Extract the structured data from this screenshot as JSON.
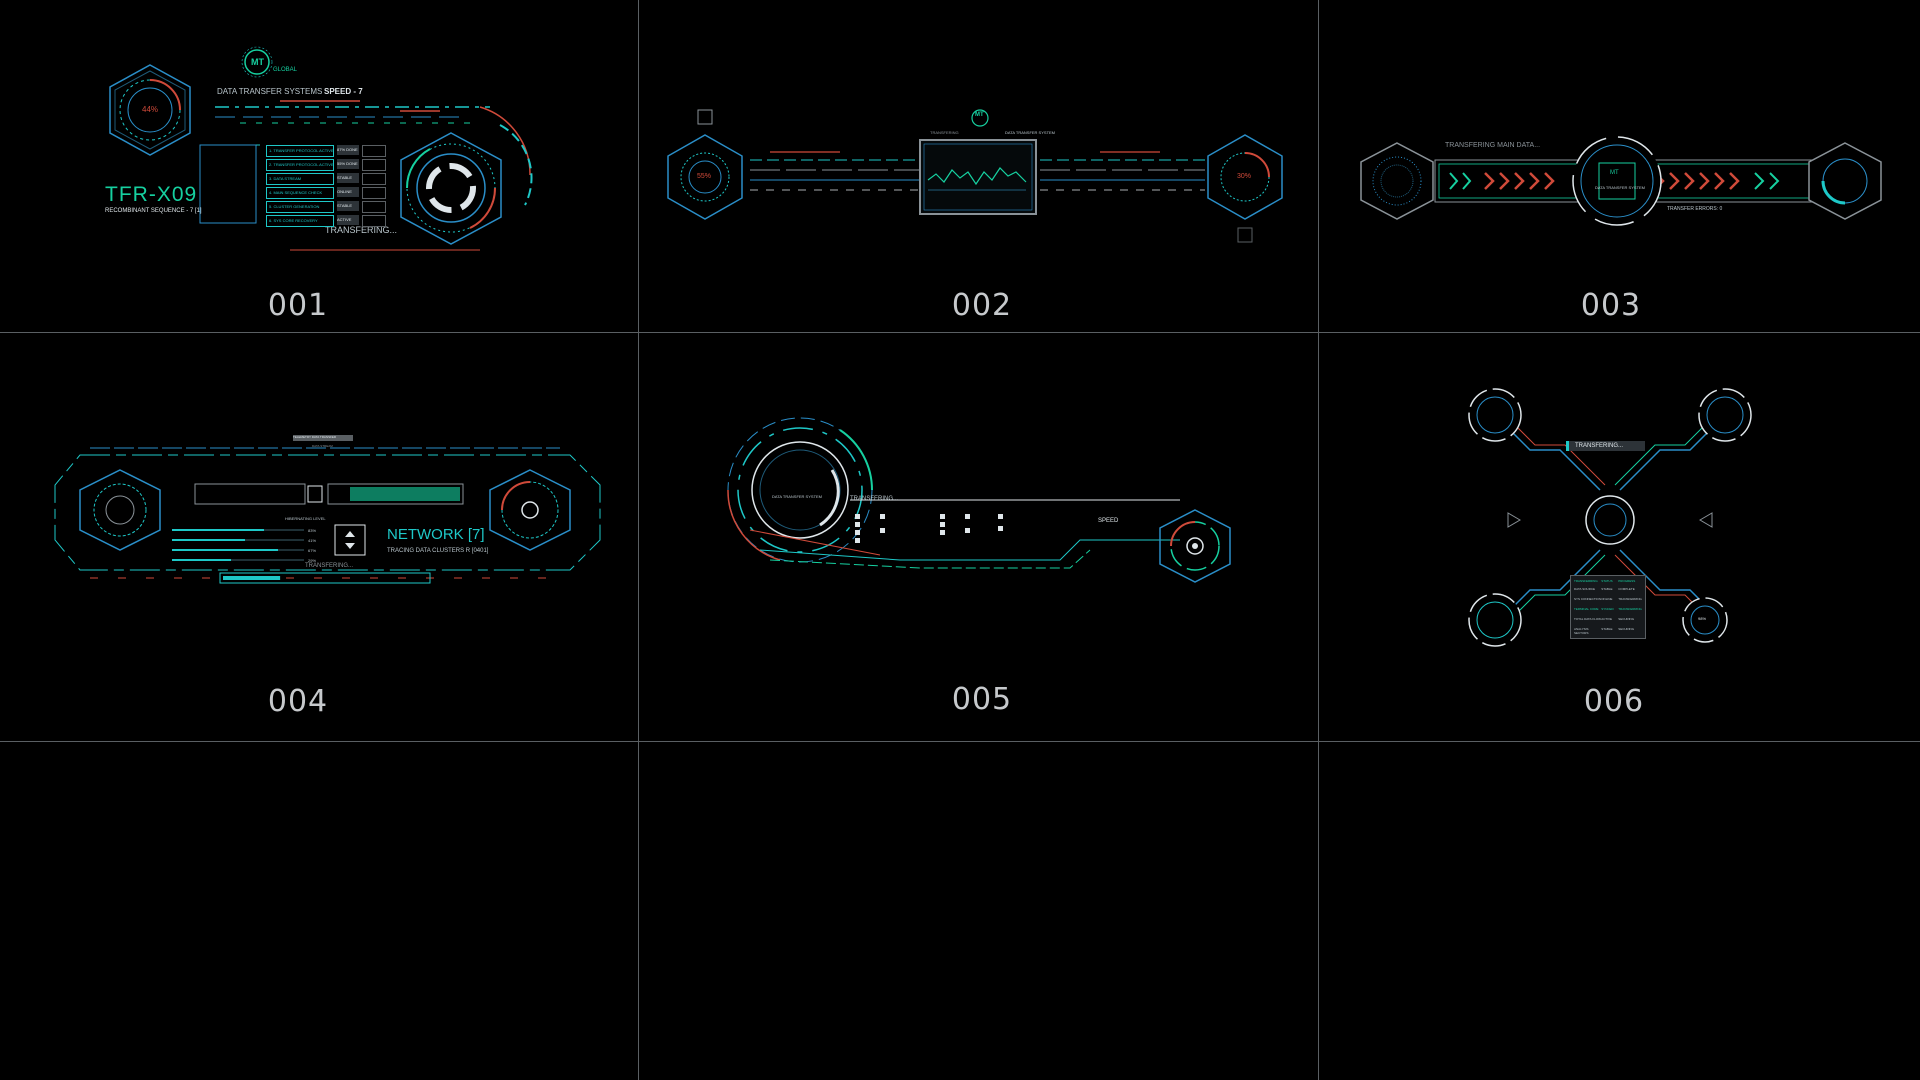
{
  "grid": {
    "labels": [
      "001",
      "002",
      "003",
      "004",
      "005",
      "006"
    ]
  },
  "colors": {
    "cyan": "#1ec8c8",
    "teal": "#16d0a0",
    "blue": "#2a8ec8",
    "red": "#d04a3a",
    "grid_line": "#5a5f63"
  },
  "panel001": {
    "logo": "MT",
    "logo_sub": "GLOBAL",
    "system_title": "DATA TRANSFER SYSTEMS",
    "speed": "SPEED - 7",
    "gauge_value": "44%",
    "code": "TFR-X09",
    "sequence": "RECOMBINANT SEQUENCE - 7 [1]",
    "status": "TRANSFERING...",
    "list_rows": [
      "1. TRANSFER PROTOCOL ACTIVE",
      "2. TRANSFER PROTOCOL ACTIVE",
      "3. DATA STREAM",
      "4. MAIN SEQUENCE CHECK",
      "5. CLUSTER GENERATION",
      "6. SYS CORE RECOVERY"
    ],
    "list_values": [
      "87% DONE",
      "55% DONE",
      "STABLE",
      "ONLINE",
      "STABLE",
      "ACTIVE"
    ]
  },
  "panel002": {
    "logo": "MT",
    "title": "DATA TRANSFER SYSTEM",
    "sub": "TRANSFERING",
    "left_value": "55%",
    "right_value": "30%"
  },
  "panel003": {
    "top_label": "TRANSFERING MAIN DATA...",
    "center_logo": "MT",
    "center_label": "DATA TRANSFER SYSTEM",
    "errors": "TRANSFER ERRORS: 0"
  },
  "panel004": {
    "top_tag": "TELEMETRY DATA TRANSFER",
    "top_sub": "DATA STREAM",
    "levels_label": "HIBERNATING LEVEL",
    "title": "NETWORK [7]",
    "subtitle": "TRACING DATA CLUSTERS R [0401]",
    "status": "TRANSFERING...",
    "bar_levels": [
      0.7,
      0.55,
      0.8,
      0.45
    ],
    "bar_values": [
      "83%",
      "41%",
      "67%",
      "29%"
    ]
  },
  "panel005": {
    "status": "TRANSFERING...",
    "speed": "SPEED",
    "core_label": "DATA TRANSFER SYSTEM"
  },
  "panel006": {
    "status": "TRANSFERING...",
    "table_header": [
      "TRANSFERRING",
      "STATUS",
      "PROGRESS"
    ],
    "table_rows": [
      [
        "DATA SOURCE",
        "STABLE",
        "COMPLETE"
      ],
      [
        "SYS CONNECTION",
        "ONLINE",
        "TRANSFERRING"
      ],
      [
        "TERMINAL CORE",
        "SYNCED",
        "TRANSFERRING"
      ],
      [
        "TOTAL DATA FLOW",
        "ACTIVE",
        "SECURING"
      ],
      [
        "ANALYSIS SECTORS",
        "STABLE",
        "SECURING"
      ]
    ],
    "node_value": "98%"
  }
}
